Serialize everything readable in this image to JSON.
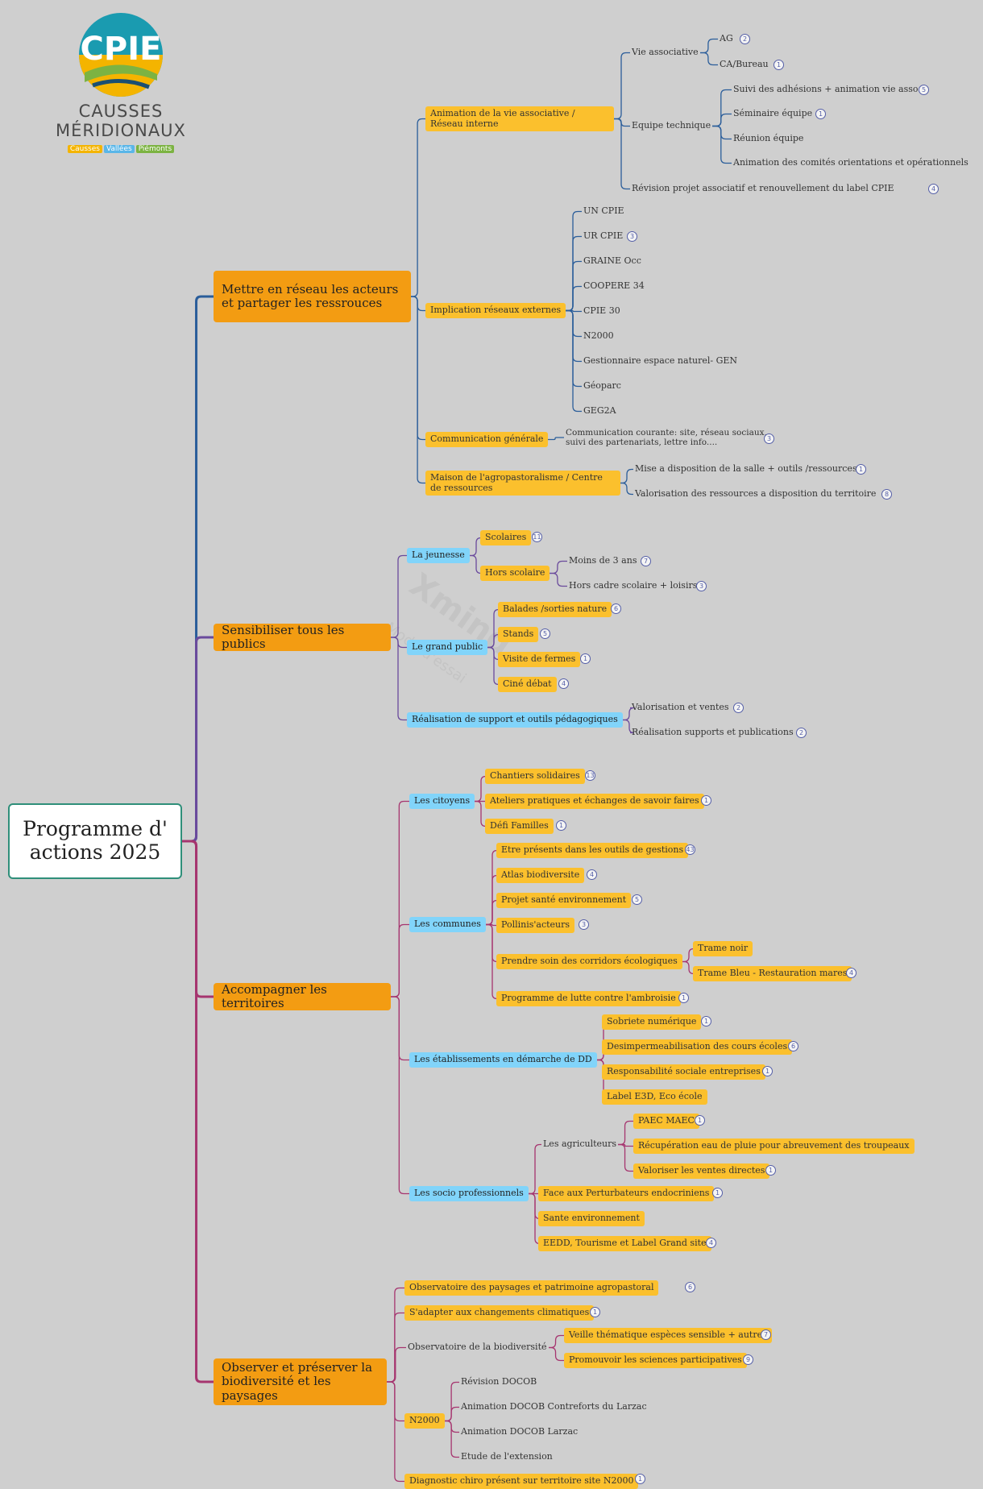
{
  "logo": {
    "name": "CPIE",
    "title_line1": "CAUSSES",
    "title_line2": "MÉRIDIONAUX",
    "tags": [
      "Causses",
      "Vallées",
      "Piémonts"
    ],
    "colors": {
      "orange": "#f4b400",
      "blue": "#5ab6e8",
      "green": "#7cb342",
      "teal": "#1a9bb0"
    }
  },
  "watermark": "Xmind",
  "watermark_sub": "Mode d'essai",
  "colors": {
    "background": "#cfcfcf",
    "root_border": "#2f8f7a",
    "main_topic": "#f39c12",
    "sub_orange": "#fbc02d",
    "sub_blue": "#81d4fa",
    "branch_blue": "#2a5d9a",
    "branch_purple": "#6a4a9c",
    "branch_magenta": "#a6356f"
  },
  "root": "Programme d' actions 2025",
  "main": {
    "reseau": "Mettre en réseau les acteurs et partager les ressrouces",
    "sensibiliser": "Sensibiliser tous les publics",
    "accompagner": "Accompagner les territoires",
    "observer": "Observer et préserver la biodiversité et les paysages"
  },
  "reseau": {
    "animation": "Animation de la vie associative / Réseau interne",
    "vie_asso": "Vie associative",
    "ag": "AG",
    "ag_n": "2",
    "ca": "CA/Bureau",
    "ca_n": "1",
    "equipe": "Equipe technique",
    "suivi": "Suivi des adhésions + animation vie asso",
    "suivi_n": "5",
    "seminaire": "Séminaire équipe",
    "seminaire_n": "1",
    "reunion": "Réunion équipe",
    "comites": "Animation des comités orientations et opérationnels",
    "revision": "Révision projet associatif et renouvellement du label CPIE",
    "revision_n": "4",
    "implication": "Implication réseaux externes",
    "externes": [
      "UN CPIE",
      "UR CPIE",
      "GRAINE Occ",
      "COOPERE 34",
      "CPIE 30",
      "N2000",
      "Gestionnaire espace naturel- GEN",
      "Géoparc",
      "GEG2A"
    ],
    "ur_n": "3",
    "communication": "Communication générale",
    "comm_detail": "Communication courante: site, réseau sociaux, suivi des partenariats, lettre info....",
    "comm_n": "3",
    "maison": "Maison de l'agropastoralisme / Centre de ressources",
    "mise": "Mise a disposition de la salle + outils /ressources",
    "mise_n": "1",
    "valorisation": "Valorisation des ressources a disposition du territoire",
    "valorisation_n": "8"
  },
  "sensibiliser": {
    "jeunesse": "La jeunesse",
    "scolaires": "Scolaires",
    "scolaires_n": "11",
    "hors": "Hors scolaire",
    "moins": "Moins de 3 ans",
    "moins_n": "7",
    "hors_cadre": "Hors cadre scolaire + loisirs",
    "hors_cadre_n": "3",
    "grand_public": "Le grand public",
    "balades": "Balades /sorties nature",
    "balades_n": "6",
    "stands": "Stands",
    "stands_n": "5",
    "visite": "Visite de fermes",
    "visite_n": "1",
    "cine": "Ciné débat",
    "cine_n": "4",
    "realisation": "Réalisation de support et outils pédagogiques",
    "valo_ventes": "Valorisation et ventes",
    "valo_ventes_n": "2",
    "supports": "Réalisation supports et publications",
    "supports_n": "2"
  },
  "accompagner": {
    "citoyens": "Les citoyens",
    "chantiers": "Chantiers solidaires",
    "chantiers_n": "13",
    "ateliers": "Ateliers pratiques et échanges de savoir faires",
    "ateliers_n": "1",
    "defi": "Défi Familles",
    "defi_n": "1",
    "communes": "Les communes",
    "etre": "Etre présents dans les outils de gestions",
    "etre_n": "43",
    "atlas": "Atlas biodiversite",
    "atlas_n": "4",
    "projet": "Projet santé environnement",
    "projet_n": "5",
    "pollinis": "Pollinis'acteurs",
    "pollinis_n": "3",
    "corridors": "Prendre soin des corridors écologiques",
    "trame_noir": "Trame noir",
    "trame_bleu": "Trame Bleu - Restauration mares",
    "trame_bleu_n": "4",
    "ambroisie": "Programme de lutte contre l'ambroisie",
    "ambroisie_n": "1",
    "etablissements": "Les établissements en démarche de DD",
    "sobriete": "Sobriete numérique",
    "sobriete_n": "1",
    "desimper": "Desimpermeabilisation des cours écoles",
    "desimper_n": "6",
    "responsa": "Responsabilité sociale entreprises",
    "responsa_n": "1",
    "label_e3d": "Label E3D, Eco école",
    "socio": "Les socio professionnels",
    "agriculteurs": "Les agriculteurs",
    "paec": "PAEC MAEC",
    "paec_n": "1",
    "recuperation": "Récupération eau de pluie pour abreuvement des troupeaux",
    "valoriser": "Valoriser les ventes directes",
    "valoriser_n": "1",
    "face": "Face aux Perturbateurs endocriniens",
    "face_n": "1",
    "sante": "Sante environnement",
    "eedd": "EEDD, Tourisme et Label Grand site",
    "eedd_n": "4"
  },
  "observer": {
    "observatoire_paysages": "Observatoire des paysages et patrimoine agropastoral",
    "observatoire_paysages_n": "6",
    "adapter": "S'adapter aux changements climatiques",
    "adapter_n": "1",
    "observatoire_bio": "Observatoire de la biodiversité",
    "veille": "Veille thématique espèces sensible + autres",
    "veille_n": "7",
    "promouvoir": "Promouvoir les sciences participatives",
    "promouvoir_n": "9",
    "n2000": "N2000",
    "revision_docob": "Révision DOCOB",
    "animation_contreforts": "Animation DOCOB Contreforts du Larzac",
    "animation_larzac": "Animation DOCOB Larzac",
    "etude": "Etude de l'extension",
    "diagnostic": "Diagnostic chiro présent sur territoire site N2000",
    "diagnostic_n": "1"
  }
}
